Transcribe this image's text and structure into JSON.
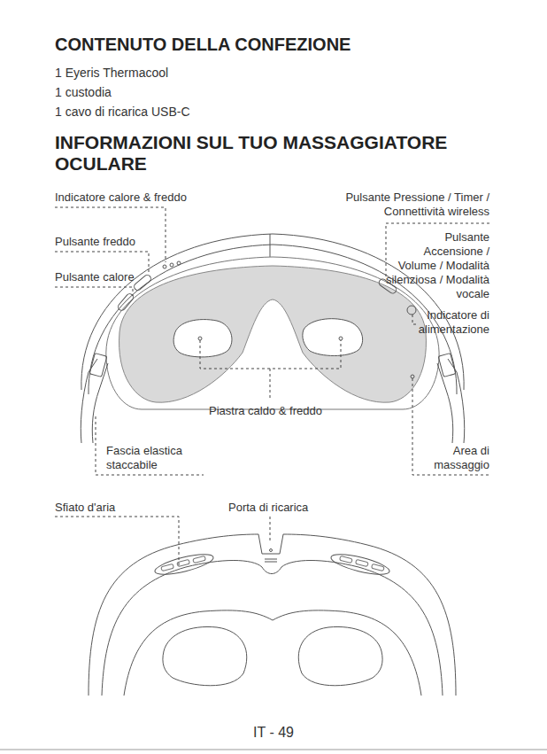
{
  "diagram": {
    "title": "CONTENUTO DELLA CONFEZIONE",
    "labels": [
      "1 Eyeris Thermacool",
      "1 custodia",
      "1 cavo di ricarica USB-C",
      "INFORMAZIONI SUL TUO MASSAGGIATORE OCULARE",
      "Indicatore calore & freddo",
      "Pulsante freddo",
      "Pulsante calore",
      "Pulsante Pressione / Timer / Connettività wireless",
      "Pulsante Accensione / Volume / Modalità silenziosa / Modalità vocale",
      "Indicatore di alimentazione",
      "Piastra caldo & freddo",
      "Fascia elastica staccabile",
      "Area di massaggio",
      "Sfiato d'aria",
      "Porta di ricarica",
      "IT - 49"
    ]
  }
}
